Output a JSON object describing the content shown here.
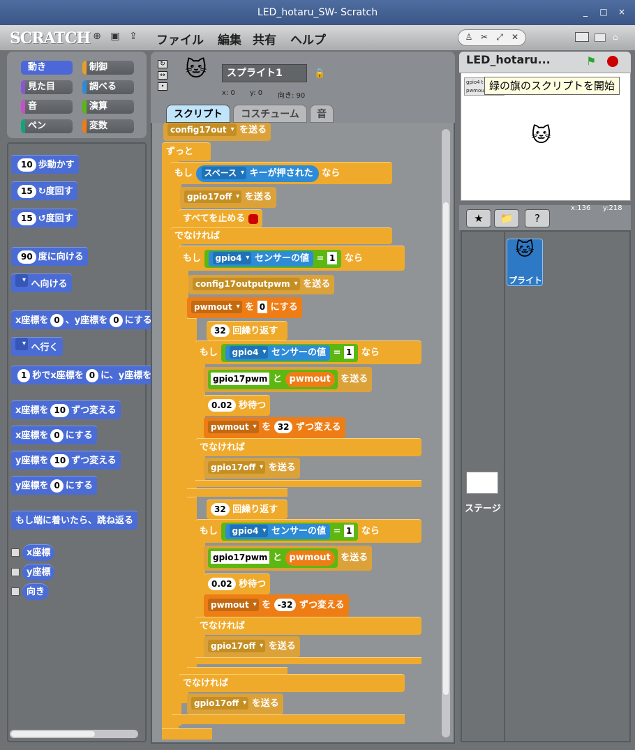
{
  "window": {
    "title": "LED_hotaru_SW- Scratch",
    "minimize": "_",
    "maximize": "□",
    "close": "×"
  },
  "menu": {
    "logo": "SCRATCH",
    "items": [
      "ファイル",
      "編集",
      "共有",
      "ヘルプ"
    ]
  },
  "categories": [
    {
      "label": "動き",
      "color": "#4c68d8"
    },
    {
      "label": "制御",
      "color": "#e6a02a"
    },
    {
      "label": "見た目",
      "color": "#8a55d7"
    },
    {
      "label": "調べる",
      "color": "#2e8bd8"
    },
    {
      "label": "音",
      "color": "#c94fc9"
    },
    {
      "label": "演算",
      "color": "#5cb712"
    },
    {
      "label": "ペン",
      "color": "#0fa480"
    },
    {
      "label": "変数",
      "color": "#ee7d16"
    }
  ],
  "palette": {
    "move": {
      "value": "10",
      "label": "歩動かす"
    },
    "turn_right": {
      "value": "15",
      "label": "度回す"
    },
    "turn_left": {
      "value": "15",
      "label": "度回す"
    },
    "point_dir": {
      "value": "90",
      "label": "度に向ける"
    },
    "point_towards": "へ向ける",
    "goto_xy": {
      "a": "x座標を",
      "x": "0",
      "b": "、y座標を",
      "y": "0",
      "c": "にする"
    },
    "goto": "へ行く",
    "glide": {
      "secs": "1",
      "a": "秒でx座標を",
      "x": "0",
      "b": "に、y座標を"
    },
    "change_x": {
      "a": "x座標を",
      "v": "10",
      "b": "ずつ変える"
    },
    "set_x": {
      "a": "x座標を",
      "v": "0",
      "b": "にする"
    },
    "change_y": {
      "a": "y座標を",
      "v": "10",
      "b": "ずつ変える"
    },
    "set_y": {
      "a": "y座標を",
      "v": "0",
      "b": "にする"
    },
    "bounce": "もし端に着いたら、跳ね返る",
    "report_x": "x座標",
    "report_y": "y座標",
    "report_dir": "向き"
  },
  "sprite": {
    "name": "スプライト1",
    "x": "x: 0",
    "y": "y: 0",
    "direction": "向き: 90"
  },
  "tabs": [
    "スクリプト",
    "コスチューム",
    "音"
  ],
  "script": {
    "send": "を送る",
    "config17out": "config17out",
    "forever": "ずっと",
    "if": "もし",
    "key": "スペース",
    "key_pressed": "キーが押された",
    "then": "なら",
    "gpio17off": "gpio17off",
    "stop_all": "すべてを止める",
    "else": "でなければ",
    "gpio4": "gpio4",
    "sensor_value": "センサーの値",
    "eq": "=",
    "one": "1",
    "config_pwm": "config17outputpwm",
    "pwmout": "pwmout",
    "to": "を",
    "zero": "0",
    "set_to": "にする",
    "repeat_n": "32",
    "repeat": "回繰り返す",
    "gpio17pwm": "gpio17pwm",
    "join": "と",
    "wait_n": "0.02",
    "wait": "秒待つ",
    "change_plus": "32",
    "change_minus": "-32",
    "change_by": "ずつ変える"
  },
  "stage": {
    "title": "LED_hotaru...",
    "tooltip": "緑の旗のスクリプトを開始",
    "mini_label1": "gpio4 t",
    "mini_label2": "pwmou"
  },
  "sprite_pane": {
    "x": "x:136",
    "y": "y:218",
    "sprite_label": "プライト",
    "stage_label": "ステージ"
  }
}
